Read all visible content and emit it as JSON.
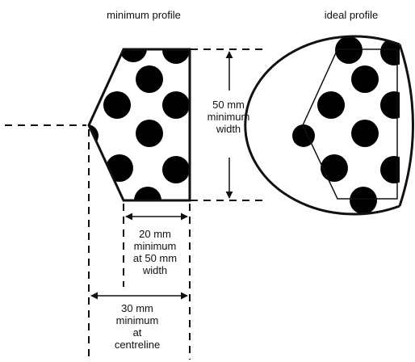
{
  "labels": {
    "minimum_profile": "minimum profile",
    "ideal_profile": "ideal profile",
    "width_50": [
      "50 mm",
      "minimum",
      "width"
    ],
    "width_20": [
      "20 mm",
      "minimum",
      "at 50 mm",
      "width"
    ],
    "width_30": [
      "30 mm",
      "minimum",
      "at",
      "centreline"
    ]
  },
  "colors": {
    "stroke": "#111111",
    "dots": "#000000",
    "background": "#ffffff"
  }
}
